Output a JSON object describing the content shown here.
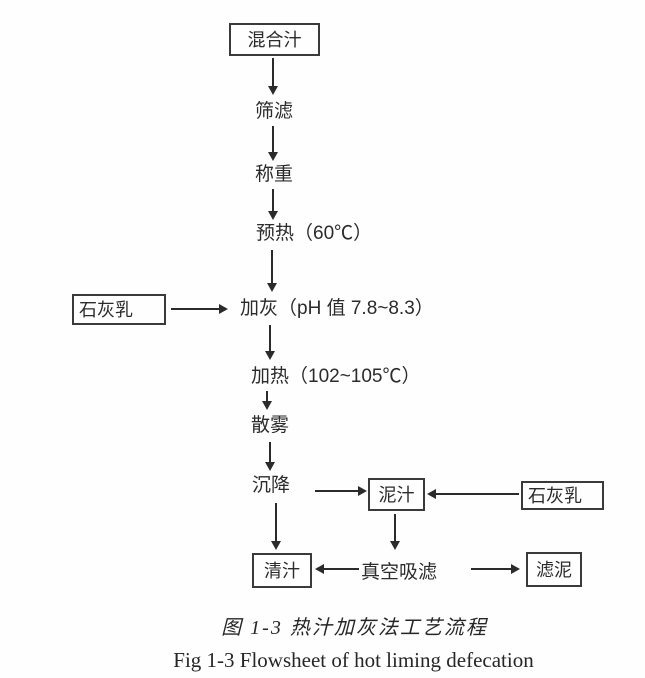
{
  "flowchart": {
    "nodes": {
      "mixed_juice": "混合汁",
      "screening": "筛滤",
      "weighing": "称重",
      "preheating": "预热（60℃）",
      "liming": "加灰（pH 值 7.8~8.3）",
      "heating": "加热（102~105℃）",
      "mist_dispersal": "散雾",
      "settling": "沉降",
      "lime_milk_left": "石灰乳",
      "lime_milk_right": "石灰乳",
      "mud_juice": "泥汁",
      "clear_juice": "清汁",
      "vacuum_filtration": "真空吸滤",
      "filter_mud": "滤泥"
    },
    "captions": {
      "chinese": "图 1-3  热汁加灰法工艺流程",
      "english": "Fig 1-3 Flowsheet of hot liming defecation"
    },
    "colors": {
      "ink": "#2b2b2b",
      "background": "#fefefe"
    }
  }
}
